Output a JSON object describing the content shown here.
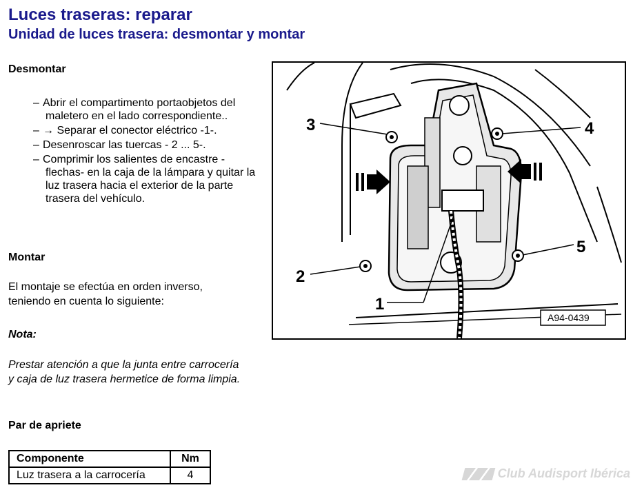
{
  "header": {
    "title": "Luces traseras: reparar",
    "subtitle": "Unidad de luces trasera: desmontar y montar"
  },
  "desmontar": {
    "heading": "Desmontar",
    "steps": [
      "Abrir el compartimento portaobjetos del maletero en el lado correspondiente..",
      "→ Separar el conector eléctrico -1-.",
      "Desenroscar las tuercas - 2 ... 5-.",
      "Comprimir los salientes de encastre -flechas- en la caja de la lámpara y quitar la luz trasera hacia el exterior de la parte trasera del vehículo."
    ]
  },
  "montar": {
    "heading": "Montar",
    "text": "El montaje se efectúa en orden inverso, teniendo en cuenta lo siguiente:"
  },
  "nota": {
    "heading": "Nota:",
    "text": "Prestar atención a que la junta entre carrocería y caja de luz trasera hermetice de forma limpia."
  },
  "torque": {
    "heading": "Par de apriete",
    "columns": [
      "Componente",
      "Nm"
    ],
    "rows": [
      {
        "component": "Luz trasera a la carrocería",
        "nm": "4"
      }
    ]
  },
  "figure": {
    "labels": [
      "1",
      "2",
      "3",
      "4",
      "5"
    ],
    "code": "A94-0439"
  },
  "watermark": {
    "text": "Club Audisport Ibérica"
  }
}
